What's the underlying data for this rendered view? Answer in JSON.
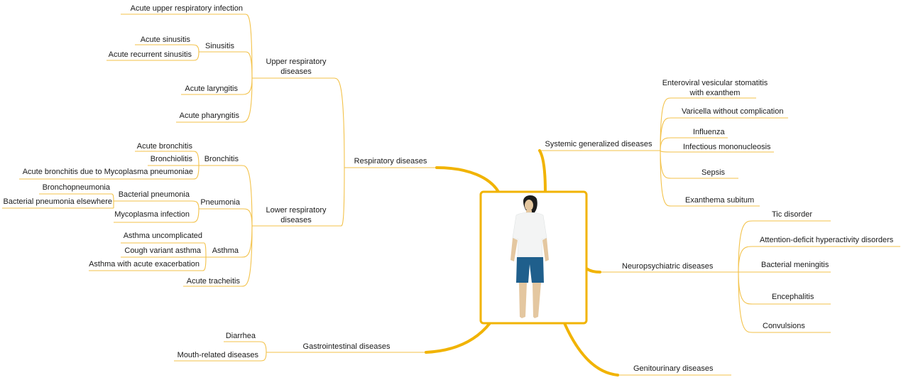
{
  "center": {
    "image": "child-figure"
  },
  "colors": {
    "branch": "#f1b300",
    "line": "#f3c24a",
    "text": "#1a1a1a"
  },
  "respiratory": {
    "label": "Respiratory diseases",
    "upper": {
      "label1": "Upper respiratory",
      "label2": "diseases",
      "acute_upper": "Acute upper respiratory infection",
      "sinusitis": "Sinusitis",
      "acute_sinusitis": "Acute sinusitis",
      "acute_recurrent_sinusitis": "Acute recurrent sinusitis",
      "acute_laryngitis": "Acute laryngitis",
      "acute_pharyngitis": "Acute pharyngitis"
    },
    "lower": {
      "label1": "Lower respiratory",
      "label2": "diseases",
      "bronchitis": "Bronchitis",
      "acute_bronchitis": "Acute bronchitis",
      "bronchiolitis": "Bronchiolitis",
      "acute_bronchitis_myco": "Acute bronchitis due to Mycoplasma pneumoniae",
      "pneumonia": "Pneumonia",
      "bacterial_pneumonia": "Bacterial pneumonia",
      "bronchopneumonia": "Bronchopneumonia",
      "bacterial_pneumonia_elsewhere": "Bacterial pneumonia elsewhere",
      "mycoplasma_infection": "Mycoplasma infection",
      "asthma": "Asthma",
      "asthma_uncomplicated": "Asthma uncomplicated",
      "cough_variant_asthma": "Cough variant asthma",
      "asthma_acute_exacerbation": "Asthma with acute exacerbation",
      "acute_tracheitis": "Acute tracheitis"
    }
  },
  "gastro": {
    "label": "Gastrointestinal diseases",
    "diarrhea": "Diarrhea",
    "mouth": "Mouth-related diseases"
  },
  "systemic": {
    "label": "Systemic generalized diseases",
    "enteroviral1": "Enteroviral vesicular stomatitis",
    "enteroviral2": "with exanthem",
    "varicella": "Varicella without complication",
    "influenza": "Influenza",
    "mononucleosis": "Infectious mononucleosis",
    "sepsis": "Sepsis",
    "exanthema": "Exanthema subitum"
  },
  "neuro": {
    "label": "Neuropsychiatric diseases",
    "tic": "Tic disorder",
    "adhd": "Attention-deficit hyperactivity disorders",
    "meningitis": "Bacterial meningitis",
    "encephalitis": "Encephalitis",
    "convulsions": "Convulsions"
  },
  "genito": {
    "label": "Genitourinary diseases"
  }
}
